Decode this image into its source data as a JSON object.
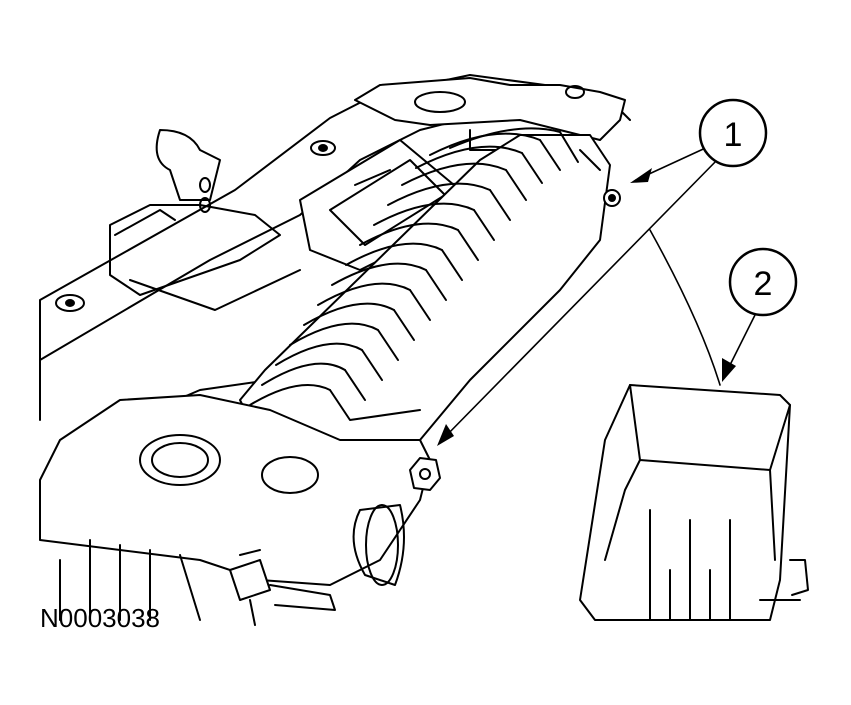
{
  "figure_id": "N0003038",
  "callouts": [
    {
      "label": "1"
    },
    {
      "label": "2"
    }
  ],
  "colors": {
    "ink": "#000000",
    "paper": "#ffffff"
  }
}
